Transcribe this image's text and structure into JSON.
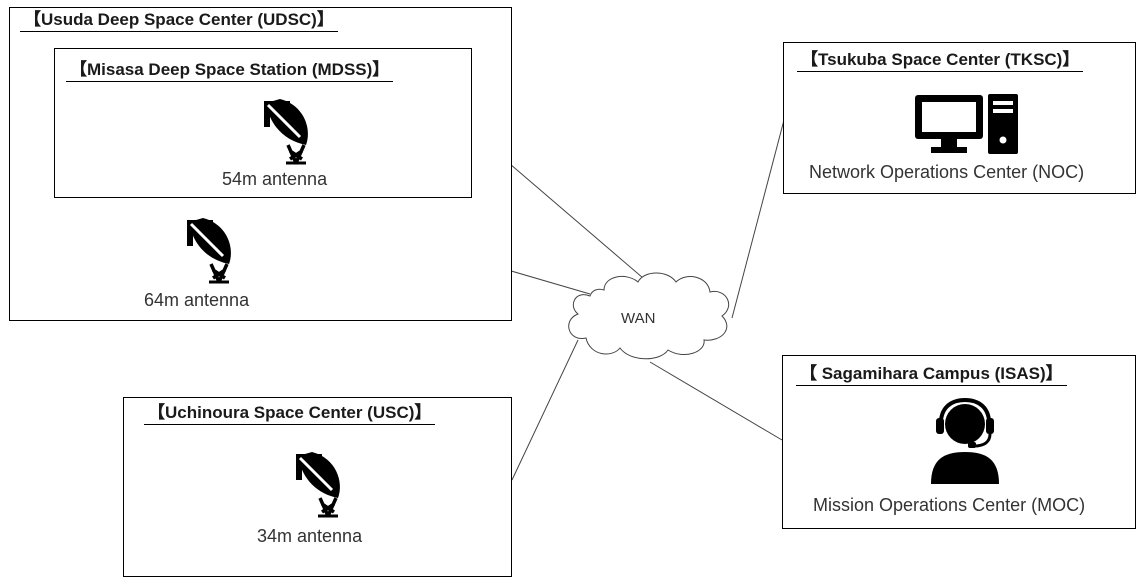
{
  "usdc": {
    "title": "【Usuda Deep Space Center (UDSC)】",
    "mdss": {
      "title": "【Misasa Deep Space Station (MDSS)】",
      "antenna_label": "54m antenna"
    },
    "antenna_label": "64m antenna"
  },
  "usc": {
    "title": "【Uchinoura Space Center (USC)】",
    "antenna_label": "34m antenna"
  },
  "tksc": {
    "title": "【Tsukuba Space Center (TKSC)】",
    "label": "Network Operations Center (NOC)"
  },
  "isas": {
    "title": "【 Sagamihara Campus (ISAS)】",
    "label": "Mission Operations Center (MOC)"
  },
  "wan": {
    "label": "WAN"
  },
  "icons": {
    "antenna": "satellite-dish-icon",
    "computer": "computer-icon",
    "operator": "headset-operator-icon"
  }
}
